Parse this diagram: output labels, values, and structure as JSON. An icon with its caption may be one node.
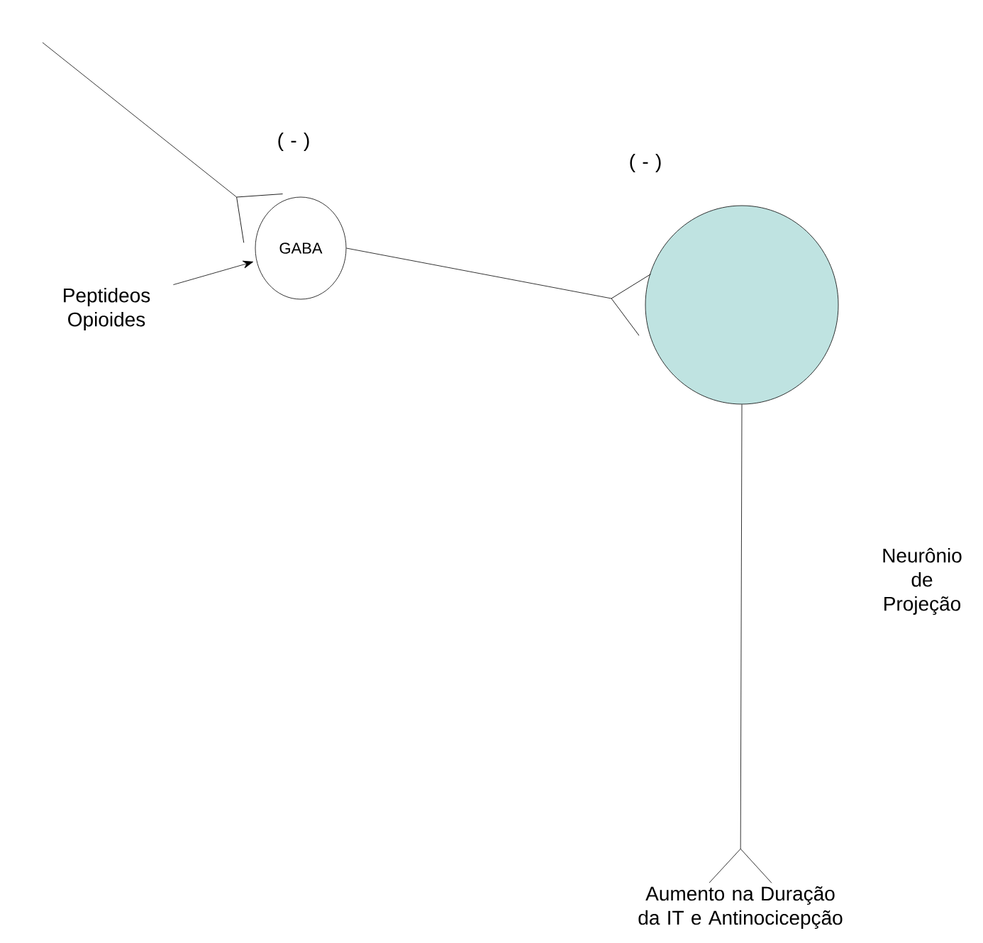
{
  "diagram": {
    "nodes": [
      {
        "text": [
          "Peptideos Opioides"
        ]
      },
      {
        "text": [
          "GABA"
        ]
      },
      {
        "text": [],
        "shape": "circle"
      },
      {
        "text": [
          "Aumento na Duração da IT e Antinocicepção"
        ]
      }
    ],
    "edges": [
      {
        "from": 0,
        "to": 1,
        "arrow": "to"
      },
      {
        "from": null,
        "to": 1,
        "arrow": "other"
      },
      {
        "from": 1,
        "to": 2,
        "arrow": "other"
      },
      {
        "from": 2,
        "to": 3,
        "arrow": "other"
      }
    ],
    "labels": [
      "( - )",
      "( - )",
      "Neurônio de Projeção"
    ]
  }
}
